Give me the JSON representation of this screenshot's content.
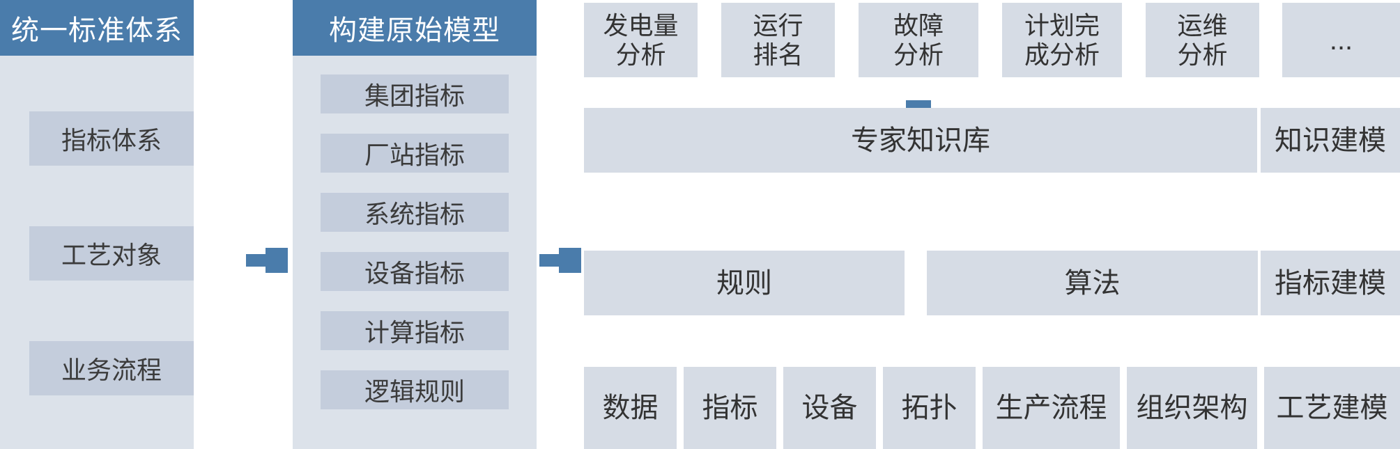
{
  "left_panel": {
    "title": "统一标准体系",
    "items": [
      {
        "label": "指标体系"
      },
      {
        "label": "工艺对象"
      },
      {
        "label": "业务流程"
      }
    ]
  },
  "model_panel": {
    "title": "构建原始模型",
    "items": [
      {
        "label": "集团指标"
      },
      {
        "label": "厂站指标"
      },
      {
        "label": "系统指标"
      },
      {
        "label": "设备指标"
      },
      {
        "label": "计算指标"
      },
      {
        "label": "逻辑规则"
      }
    ]
  },
  "analysis_row": [
    {
      "label": "发电量\n分析"
    },
    {
      "label": "运行\n排名"
    },
    {
      "label": "故障\n分析"
    },
    {
      "label": "计划完\n成分析"
    },
    {
      "label": "运维\n分析"
    },
    {
      "label": "..."
    }
  ],
  "knowledge_row": [
    {
      "label": "专家知识库"
    },
    {
      "label": "知识建模"
    }
  ],
  "rule_row": [
    {
      "label": "规则"
    },
    {
      "label": "算法"
    },
    {
      "label": "指标建模"
    }
  ],
  "base_row": [
    {
      "label": "数据"
    },
    {
      "label": "指标"
    },
    {
      "label": "设备"
    },
    {
      "label": "拓扑"
    },
    {
      "label": "生产流程"
    },
    {
      "label": "组织架构"
    },
    {
      "label": "工艺建模"
    }
  ],
  "colors": {
    "header_blue": "#4a7cab",
    "panel_bg": "#dce2ea",
    "panel_item": "#c4cddc",
    "right_box": "#d6dce5",
    "text_dark": "#333333",
    "text_light": "#ffffff"
  }
}
